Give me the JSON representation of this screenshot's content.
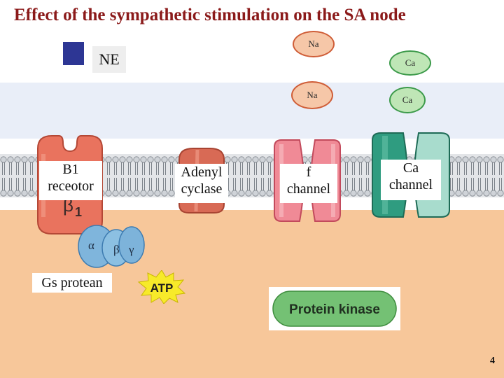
{
  "title": "Effect of the sympathetic stimulation on the SA node",
  "ligand": {
    "label": "NE"
  },
  "ions": {
    "na_top": "Na",
    "na_bottom": "Na",
    "ca_top": "Ca",
    "ca_bottom": "Ca"
  },
  "labels": {
    "b1_line1": "B1",
    "b1_line2": "receotor",
    "adenyl_line1": "Adenyl",
    "adenyl_line2": "cyclase",
    "f_line1": "f",
    "f_line2": "channel",
    "ca_line1": "Ca",
    "ca_line2": "channel",
    "gs": "Gs protean"
  },
  "figure_text": {
    "beta1_symbol": "β",
    "beta1_subscript": "1",
    "alpha": "α",
    "beta": "β",
    "gamma": "γ",
    "atp": "ATP",
    "protein_kinase": "Protein kinase"
  },
  "page_number": "4"
}
